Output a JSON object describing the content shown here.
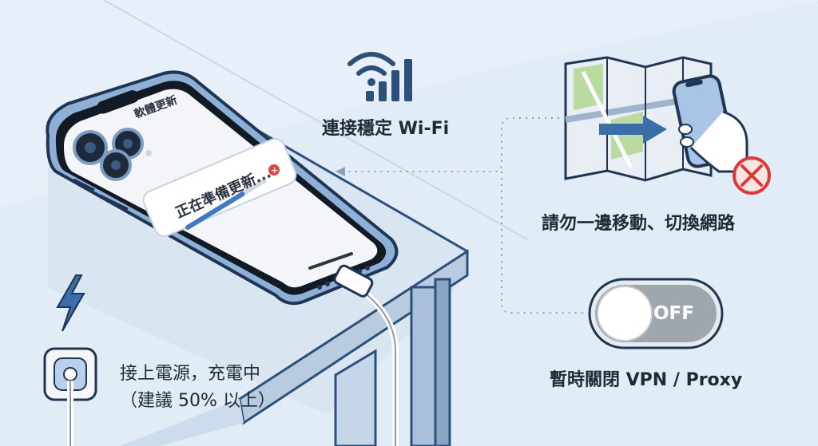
{
  "phone": {
    "screen_title": "軟體更新",
    "status_text": "正在準備更新...",
    "progress": 0.72
  },
  "wifi": {
    "label": "連接穩定 Wi-Fi"
  },
  "movement": {
    "label": "請勿一邊移動、切換網路"
  },
  "vpn": {
    "label": "暫時關閉 VPN / Proxy",
    "toggle_state": "OFF"
  },
  "power": {
    "line1": "接上電源，充電中",
    "line2": "（建議 50% 以上）"
  },
  "icons": [
    "wifi-signal-icon",
    "map-phone-icon",
    "prohibited-icon",
    "lightning-icon",
    "power-outlet-icon",
    "toggle-switch-icon"
  ],
  "colors": {
    "background": "#e7f0f8",
    "accent": "#2c4f7c",
    "progress": "#3f79c2",
    "warning": "#d93b3b"
  }
}
